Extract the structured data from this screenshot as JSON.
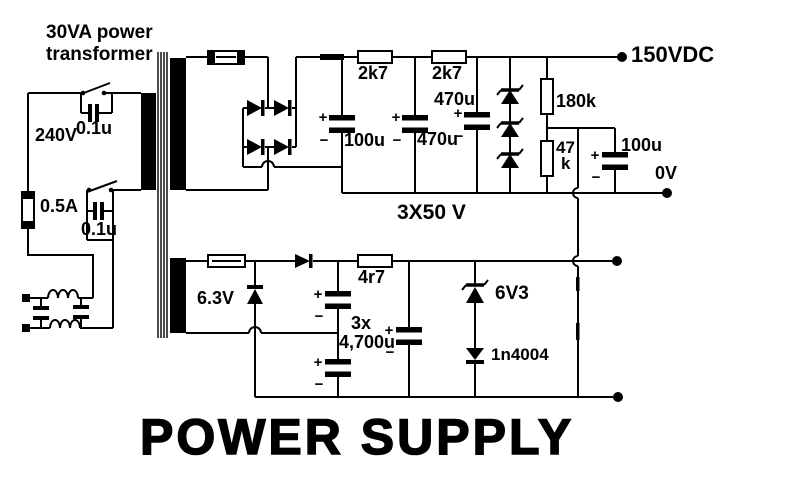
{
  "colors": {
    "ink": "#000000",
    "bg": "#ffffff"
  },
  "sym": {
    "plus": "+",
    "minus": "−"
  },
  "labels": {
    "transformer_line1": "30VA power",
    "transformer_line2": "transformer",
    "mains_voltage": "240V",
    "snubber_cap_top": "0.1u",
    "mains_fuse": "0.5A",
    "snubber_cap_bottom": "0.1u",
    "filter_res_1": "2k7",
    "filter_res_2": "2k7",
    "reservoir_cap": "100u",
    "filter_cap_1": "470u",
    "filter_cap_2": "470u",
    "zener_string": "3X50 V",
    "bleeder_res_top": "180k",
    "bleeder_res_bottom_1": "47",
    "bleeder_res_bottom_2": "k",
    "output_cap": "100u",
    "hv_output": "150VDC",
    "zero_volt": "0V",
    "heater_winding": "6.3V",
    "heater_res": "4r7",
    "heater_caps_qty": "3x",
    "heater_caps_value": "4,700u",
    "heater_zener": "6V3",
    "heater_diode": "1n4004",
    "title": "POWER SUPPLY"
  }
}
